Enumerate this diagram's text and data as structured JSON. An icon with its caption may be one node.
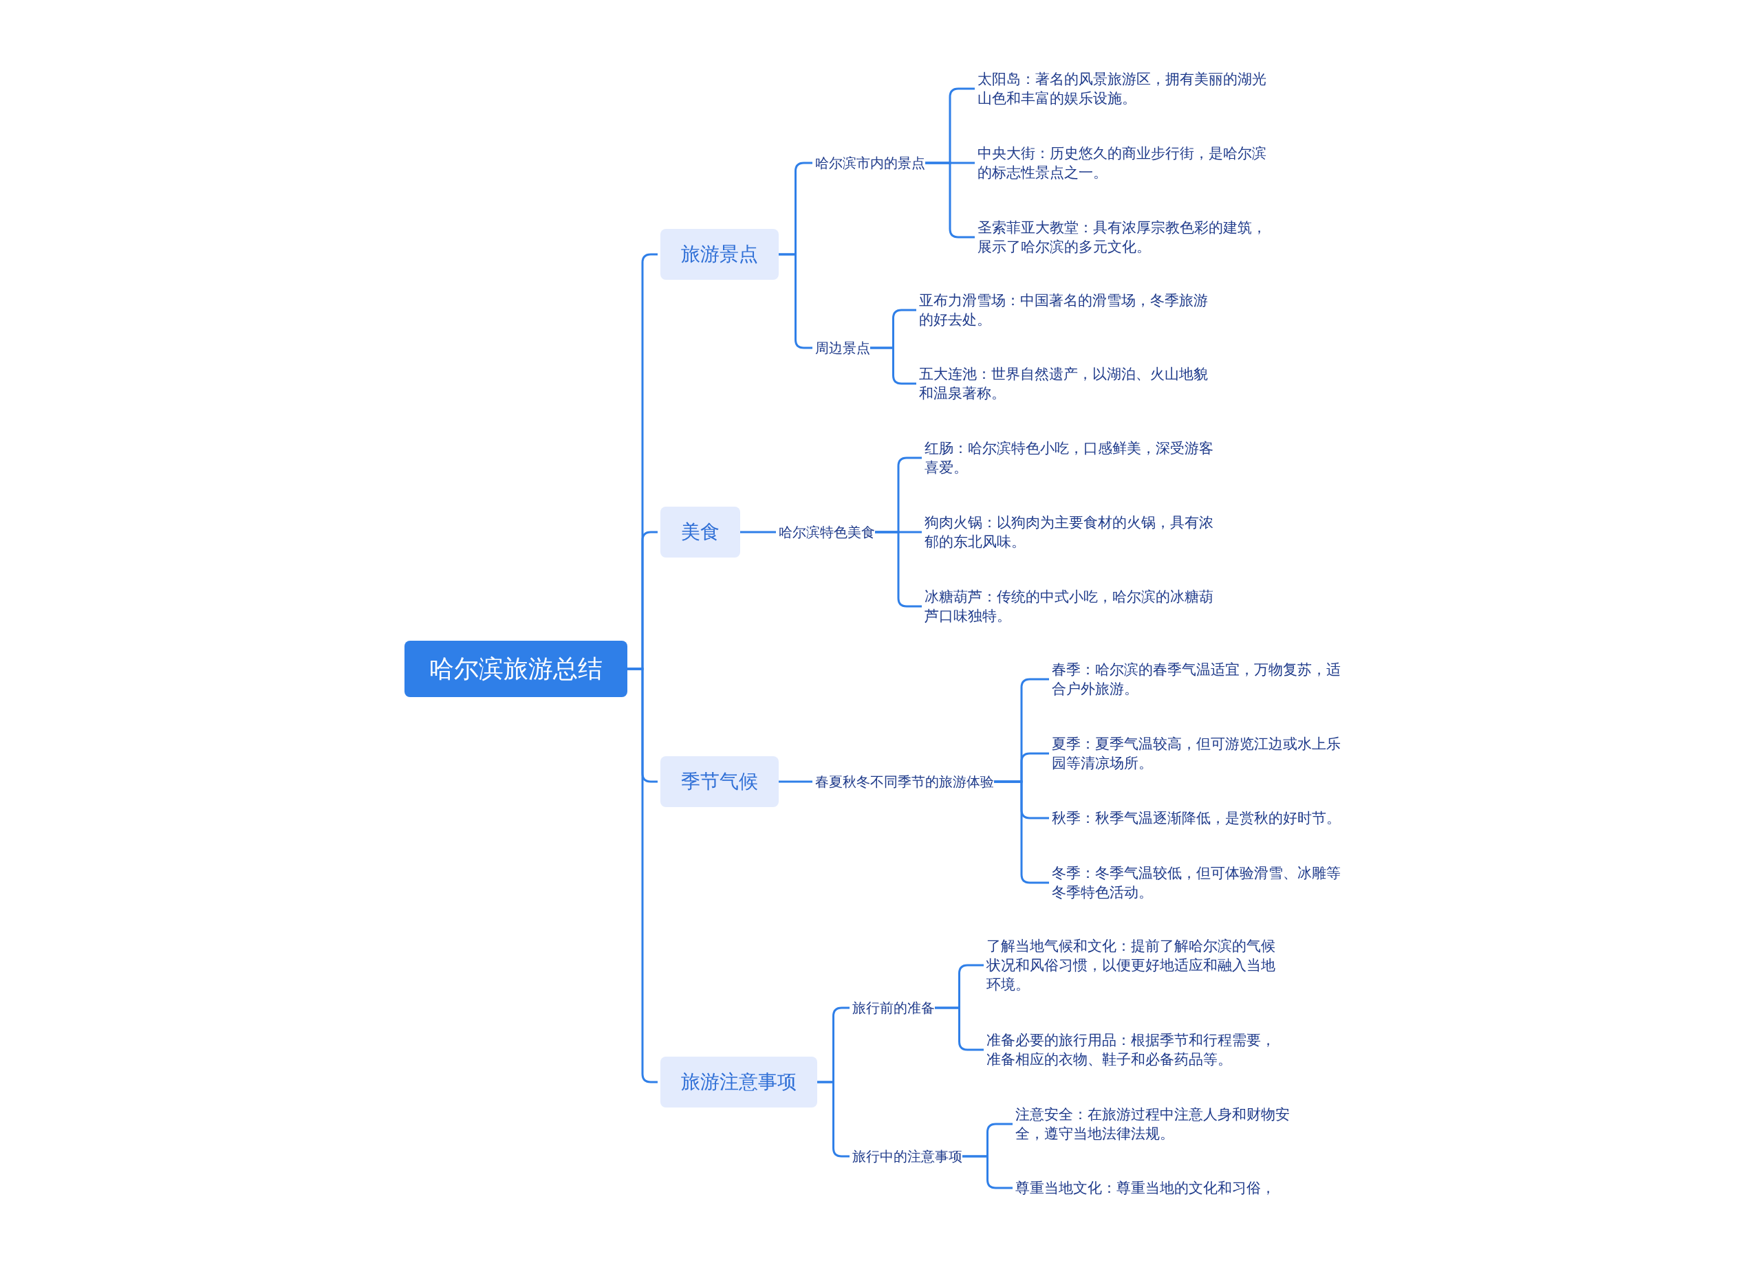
{
  "diagram": {
    "nodes": [
      {
        "text": [
          "哈尔滨旅游总结"
        ]
      },
      {
        "text": [
          "旅游景点"
        ]
      },
      {
        "text": [
          "哈尔滨市内的景点"
        ]
      },
      {
        "text": [
          "太阳岛：著名的风景旅游区，拥有美丽的湖光山色和丰富的娱乐设施。"
        ]
      },
      {
        "text": [
          "中央大街：历史悠久的商业步行街，是哈尔滨的标志性景点之一。"
        ]
      },
      {
        "text": [
          "圣索菲亚大教堂：具有浓厚宗教色彩的建筑，展示了哈尔滨的多元文化。"
        ]
      },
      {
        "text": [
          "周边景点"
        ]
      },
      {
        "text": [
          "亚布力滑雪场：中国著名的滑雪场，冬季旅游的好去处。"
        ]
      },
      {
        "text": [
          "五大连池：世界自然遗产，以湖泊、火山地貌和温泉著称。"
        ]
      },
      {
        "text": [
          "美食"
        ]
      },
      {
        "text": [
          "哈尔滨特色美食"
        ]
      },
      {
        "text": [
          "红肠：哈尔滨特色小吃，口感鲜美，深受游客喜爱。"
        ]
      },
      {
        "text": [
          "狗肉火锅：以狗肉为主要食材的火锅，具有浓郁的东北风味。"
        ]
      },
      {
        "text": [
          "冰糖葫芦：传统的中式小吃，哈尔滨的冰糖葫芦口味独特。"
        ]
      },
      {
        "text": [
          "季节气候"
        ]
      },
      {
        "text": [
          "春夏秋冬不同季节的旅游体验"
        ]
      },
      {
        "text": [
          "春季：哈尔滨的春季气温适宜，万物复苏，适合户外旅游。"
        ]
      },
      {
        "text": [
          "夏季：夏季气温较高，但可游览江边或水上乐园等清凉场所。"
        ]
      },
      {
        "text": [
          "秋季：秋季气温逐渐降低，是赏秋的好时节。"
        ]
      },
      {
        "text": [
          "冬季：冬季气温较低，但可体验滑雪、冰雕等冬季特色活动。"
        ]
      },
      {
        "text": [
          "旅游注意事项"
        ]
      },
      {
        "text": [
          "旅行前的准备"
        ]
      },
      {
        "text": [
          "了解当地气候和文化：提前了解哈尔滨的气候状况和风俗习惯，以便更好地适应和融入当地环境。"
        ]
      },
      {
        "text": [
          "准备必要的旅行用品：根据季节和行程需要，准备相应的衣物、鞋子和必备药品等。"
        ]
      },
      {
        "text": [
          "旅行中的注意事项"
        ]
      },
      {
        "text": [
          "注意安全：在旅游过程中注意人身和财物安全，遵守当地法律法规。"
        ]
      },
      {
        "text": [
          "尊重当地文化：尊重当地的文化和习俗，"
        ]
      }
    ],
    "edges": [
      {
        "from": 0,
        "to": 1,
        "arrow": "none"
      },
      {
        "from": 1,
        "to": 2,
        "arrow": "none"
      },
      {
        "from": 2,
        "to": 3,
        "arrow": "none"
      },
      {
        "from": 2,
        "to": 4,
        "arrow": "none"
      },
      {
        "from": 2,
        "to": 5,
        "arrow": "none"
      },
      {
        "from": 1,
        "to": 6,
        "arrow": "none"
      },
      {
        "from": 6,
        "to": 7,
        "arrow": "none"
      },
      {
        "from": 6,
        "to": 8,
        "arrow": "none"
      },
      {
        "from": 0,
        "to": 9,
        "arrow": "none"
      },
      {
        "from": 9,
        "to": 10,
        "arrow": "none"
      },
      {
        "from": 10,
        "to": 11,
        "arrow": "none"
      },
      {
        "from": 10,
        "to": 12,
        "arrow": "none"
      },
      {
        "from": 10,
        "to": 13,
        "arrow": "none"
      },
      {
        "from": 0,
        "to": 14,
        "arrow": "none"
      },
      {
        "from": 14,
        "to": 15,
        "arrow": "none"
      },
      {
        "from": 15,
        "to": 16,
        "arrow": "none"
      },
      {
        "from": 15,
        "to": 17,
        "arrow": "none"
      },
      {
        "from": 15,
        "to": 18,
        "arrow": "none"
      },
      {
        "from": 15,
        "to": 19,
        "arrow": "none"
      },
      {
        "from": 0,
        "to": 20,
        "arrow": "none"
      },
      {
        "from": 20,
        "to": 21,
        "arrow": "none"
      },
      {
        "from": 21,
        "to": 22,
        "arrow": "none"
      },
      {
        "from": 21,
        "to": 23,
        "arrow": "none"
      },
      {
        "from": 20,
        "to": 24,
        "arrow": "none"
      },
      {
        "from": 24,
        "to": 25,
        "arrow": "none"
      },
      {
        "from": 24,
        "to": 26,
        "arrow": "none"
      }
    ]
  }
}
